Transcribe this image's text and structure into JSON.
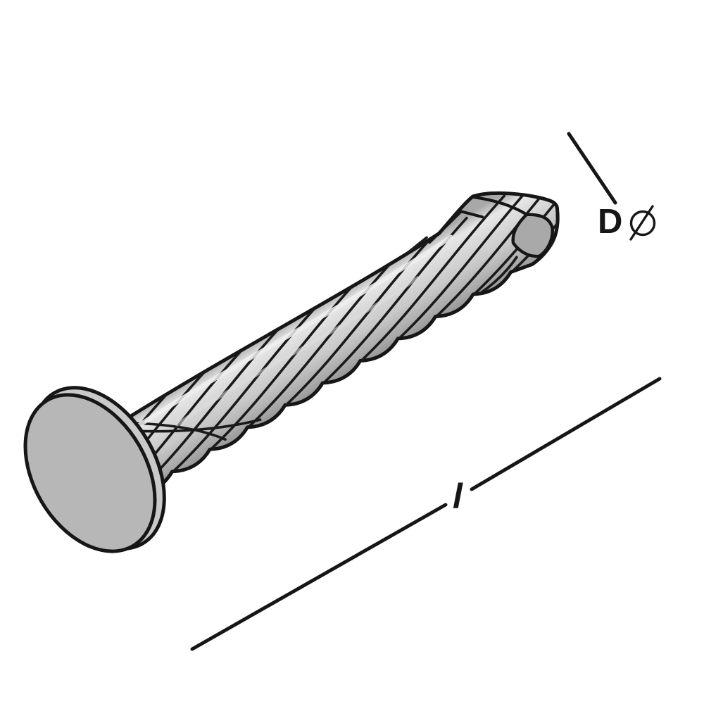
{
  "diagram": {
    "type": "technical-illustration",
    "subject": "Twisted screw nail with flat round head, spiral shank and chisel point",
    "annotations": {
      "diameter_label": "D",
      "diameter_symbol": "∅",
      "length_label": "l"
    },
    "colors": {
      "background": "#ffffff",
      "outline": "#161616",
      "steel_highlight": "#e9e9e9",
      "steel_mid": "#c9c9c9",
      "steel_shadow": "#8c8c8c",
      "head_face": "#b7b7b7",
      "head_rim": "#c9c9c9",
      "tip_facet": "#a9a9a9"
    }
  }
}
